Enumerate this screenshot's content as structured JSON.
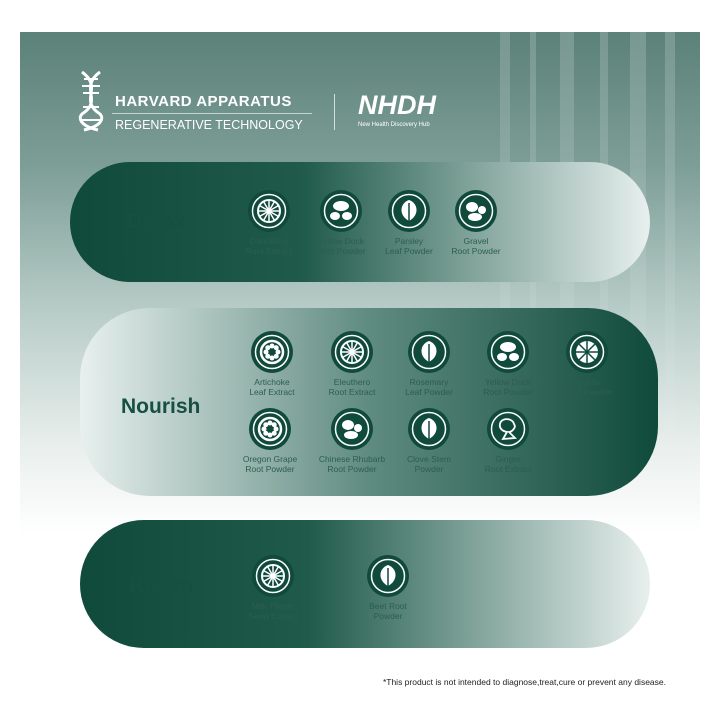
{
  "brand": {
    "name": "HARVARD APPARATUS",
    "subtitle": "REGENERATIVE TECHNOLOGY",
    "partner": "NHDH",
    "partner_subtitle": "New Health Discovery Hub"
  },
  "colors": {
    "primary": "#0f4a3a",
    "text": "#174f40"
  },
  "sections": [
    {
      "title": "Detox",
      "items": [
        {
          "name": "Dandelion",
          "sub": "Root Extract",
          "icon": "wheel"
        },
        {
          "name": "Yellow Dock",
          "sub": "Root Powder",
          "icon": "seeds"
        },
        {
          "name": "Parsley",
          "sub": "Leaf Powder",
          "icon": "leaf"
        },
        {
          "name": "Gravel",
          "sub": "Root Powder",
          "icon": "stones"
        }
      ]
    },
    {
      "title": "Nourish",
      "items": [
        {
          "name": "Artichoke",
          "sub": "Leaf Extract",
          "icon": "flower"
        },
        {
          "name": "Eleuthero",
          "sub": "Root Extract",
          "icon": "wheel"
        },
        {
          "name": "Rosemary",
          "sub": "Leaf Powder",
          "icon": "leaf"
        },
        {
          "name": "Yellow Dock",
          "sub": "Root Powder",
          "icon": "seeds"
        },
        {
          "name": "Nigella",
          "sub": "Seed Powder",
          "icon": "citrus"
        },
        {
          "name": "Oregon Grape",
          "sub": "Root Powder",
          "icon": "flower"
        },
        {
          "name": "Chinese Rhubarb",
          "sub": "Root Powder",
          "icon": "stones"
        },
        {
          "name": "Clove Stem",
          "sub": "Powder",
          "icon": "leaf"
        },
        {
          "name": "Ginger",
          "sub": "Root Extract",
          "icon": "root"
        }
      ]
    },
    {
      "title": "Regen",
      "items": [
        {
          "name": "Milk Thistle",
          "sub": "Seed Extract",
          "icon": "wheel"
        },
        {
          "name": "Beet Root",
          "sub": "Powder",
          "icon": "leaf"
        }
      ]
    }
  ],
  "disclaimer": "*This product is not intended to diagnose,treat,cure or prevent any disease."
}
